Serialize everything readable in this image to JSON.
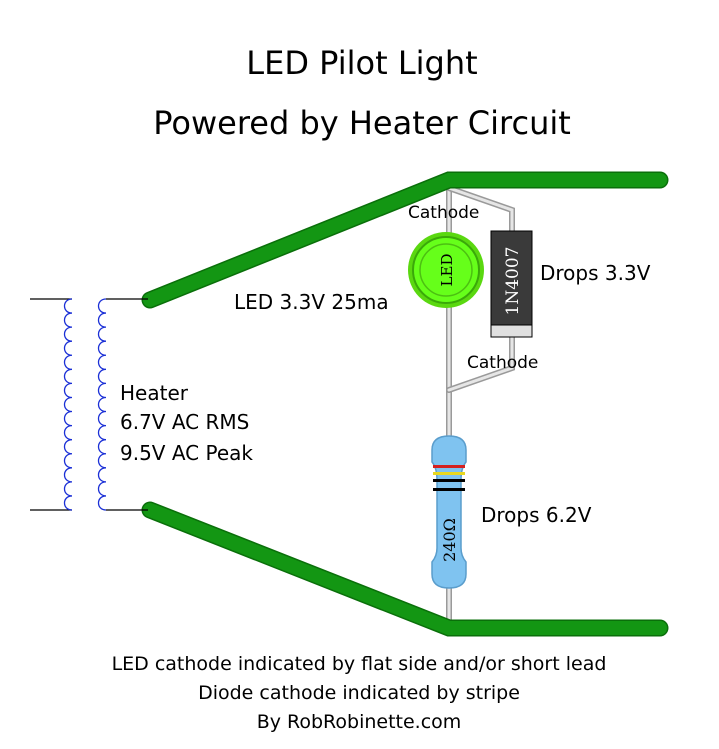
{
  "title": {
    "line1": "LED Pilot Light",
    "line2": "Powered by Heater Circuit"
  },
  "transformer": {
    "heater_label": "Heater",
    "rms_label": "6.7V AC RMS",
    "peak_label": "9.5V AC Peak",
    "coil_color": "#1a2fd6"
  },
  "led": {
    "text": "LED",
    "spec_label": "LED 3.3V 25ma",
    "cathode_label": "Cathode",
    "color": "#66ff1a"
  },
  "diode": {
    "text": "1N4007",
    "drop_label": "Drops 3.3V",
    "cathode_label": "Cathode",
    "body_color": "#3a3a3a"
  },
  "resistor": {
    "text": "240Ω",
    "drop_label": "Drops 6.2V",
    "body_color": "#7fc3f0",
    "bands": [
      "#d42020",
      "#e8d820",
      "#000000",
      "#000000"
    ]
  },
  "footer": {
    "line1": "LED cathode indicated by flat side and/or short lead",
    "line2": "Diode cathode indicated by stripe",
    "line3": "By RobRobinette.com"
  },
  "colors": {
    "rail": "#139613",
    "lead": "#b0b0b0"
  }
}
